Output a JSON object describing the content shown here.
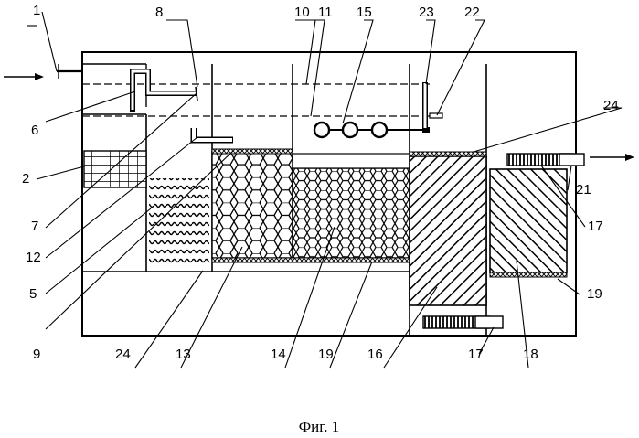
{
  "caption": "Фиг. 1",
  "labels": {
    "l1": "1",
    "l2": "2",
    "l5": "5",
    "l6": "6",
    "l7": "7",
    "l8": "8",
    "l9": "9",
    "l10": "10",
    "l11": "11",
    "l12": "12",
    "l13": "13",
    "l14": "14",
    "l15": "15",
    "l16": "16",
    "l17a": "17",
    "l17b": "17",
    "l18": "18",
    "l19a": "19",
    "l19b": "19",
    "l21": "21",
    "l22": "22",
    "l23": "23",
    "l24a": "24",
    "l24b": "24"
  },
  "colors": {
    "ink": "#000000",
    "paper": "#ffffff"
  }
}
